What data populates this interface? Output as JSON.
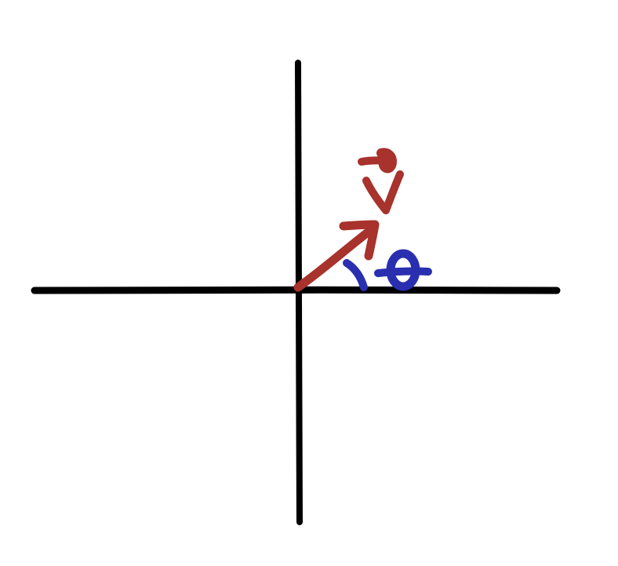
{
  "diagram": {
    "colors": {
      "background": "#ffffff",
      "axes": "#000000",
      "vector": "#a8322c",
      "angle": "#2a2fb0"
    },
    "icons": {
      "vector_arrow": "arrow-icon",
      "vector_symbol": "v-vector-symbol",
      "angle_arc": "angle-arc",
      "angle_symbol": "theta-symbol"
    }
  }
}
